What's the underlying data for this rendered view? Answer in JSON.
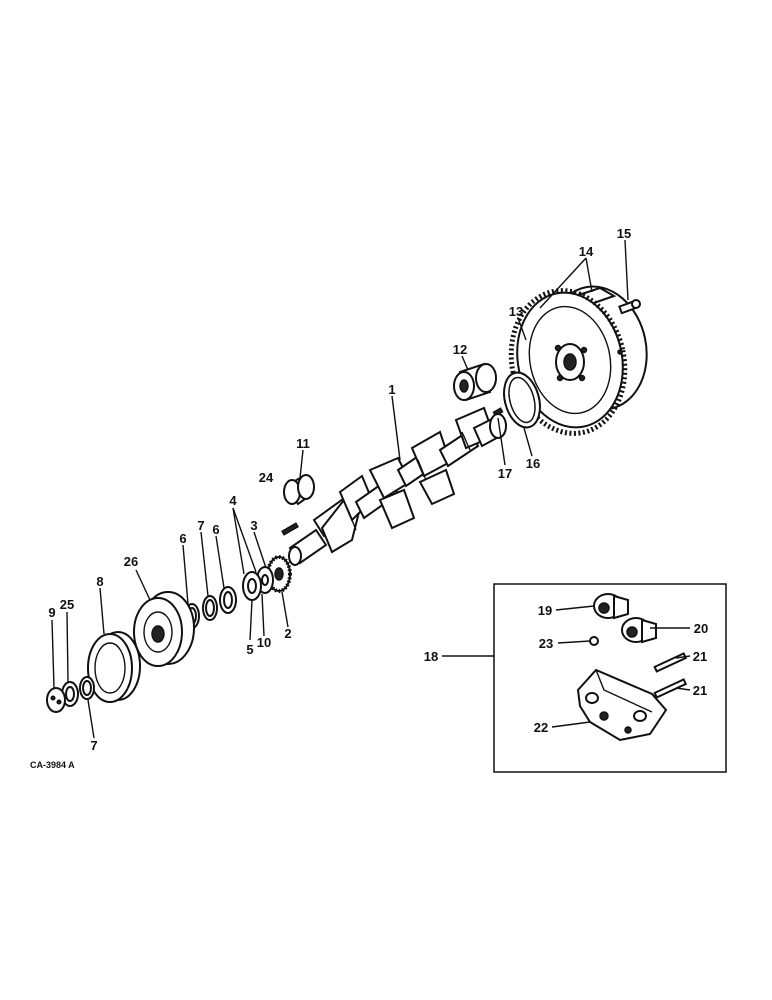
{
  "figure_code": "CA-3984 A",
  "callouts": {
    "c1": "1",
    "c2": "2",
    "c3": "3",
    "c4": "4",
    "c5": "5",
    "c6a": "6",
    "c6b": "6",
    "c7a": "7",
    "c7b": "7",
    "c8": "8",
    "c9": "9",
    "c10": "10",
    "c11": "11",
    "c12": "12",
    "c13": "13",
    "c14": "14",
    "c15": "15",
    "c16": "16",
    "c17": "17",
    "c18": "18",
    "c19": "19",
    "c20": "20",
    "c21a": "21",
    "c21b": "21",
    "c22": "22",
    "c23": "23",
    "c24": "24",
    "c25": "25",
    "c26": "26"
  }
}
